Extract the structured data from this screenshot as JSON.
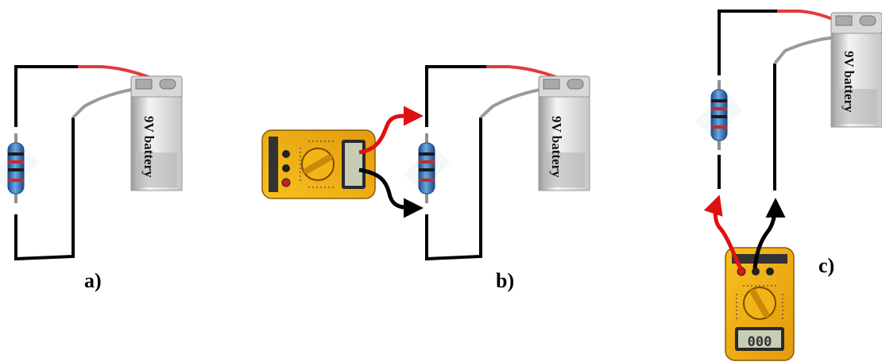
{
  "figure": {
    "battery_label": "9V battery",
    "panels": [
      {
        "label": "a)"
      },
      {
        "label": "b)"
      },
      {
        "label": "c)"
      }
    ],
    "multimeter": {
      "display_reading": "000"
    }
  }
}
